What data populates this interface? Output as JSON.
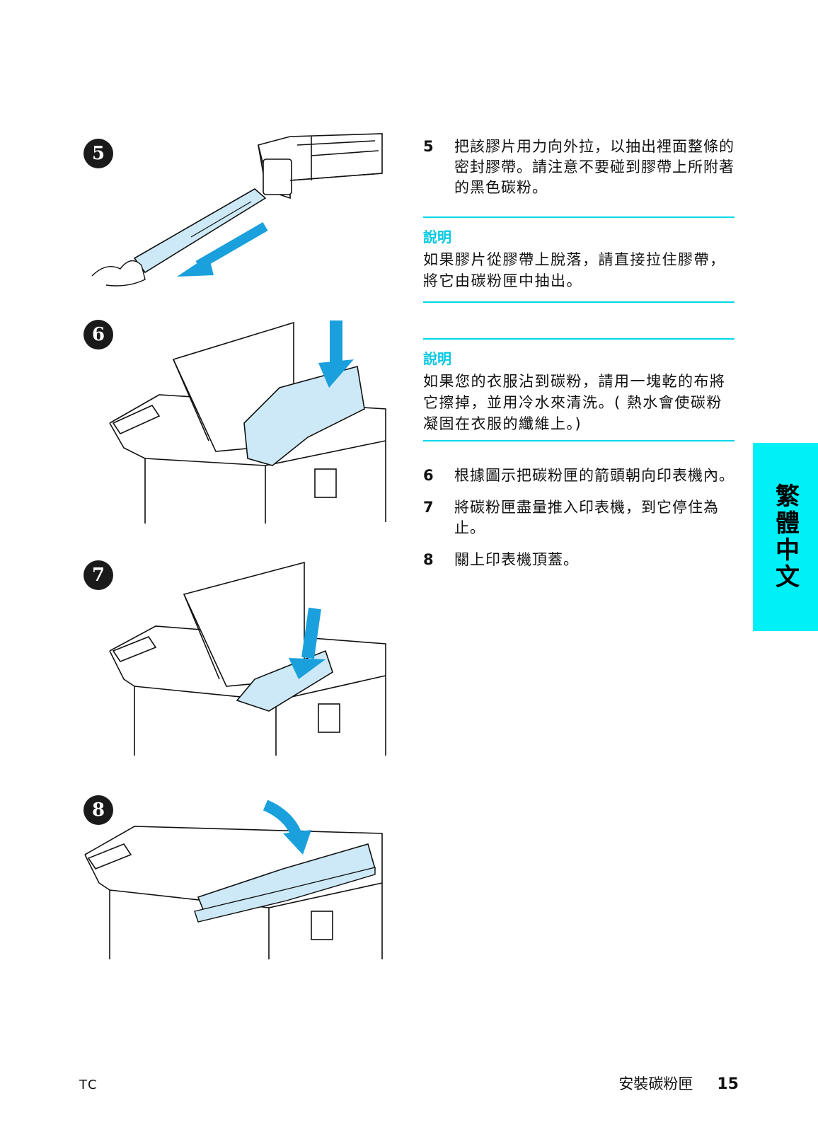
{
  "step_markers": [
    "5",
    "6",
    "7",
    "8"
  ],
  "steps": [
    {
      "num": "5",
      "text": "把該膠片用力向外拉，以抽出裡面整條的密封膠帶。請注意不要碰到膠帶上所附著的黑色碳粉。"
    },
    {
      "num": "6",
      "text": "根據圖示把碳粉匣的箭頭朝向印表機內。"
    },
    {
      "num": "7",
      "text": "將碳粉匣盡量推入印表機，到它停住為止。"
    },
    {
      "num": "8",
      "text": "關上印表機頂蓋。"
    }
  ],
  "notes": [
    {
      "heading": "說明",
      "text": "如果膠片從膠帶上脫落，請直接拉住膠帶，將它由碳粉匣中抽出。"
    },
    {
      "heading": "說明",
      "text": "如果您的衣服沾到碳粉，請用一塊乾的布將它擦掉，並用冷水來清洗。( 熱水會使碳粉凝固在衣服的纖維上。)"
    }
  ],
  "side_tab": "繁體中文",
  "footer": {
    "lang_code": "TC",
    "section_title": "安裝碳粉匣",
    "page_number": "15"
  },
  "colors": {
    "accent": "#00d8e8",
    "tab": "#00f0f8",
    "arrow": "#1aa0dc",
    "highlight": "#cde9f7"
  }
}
